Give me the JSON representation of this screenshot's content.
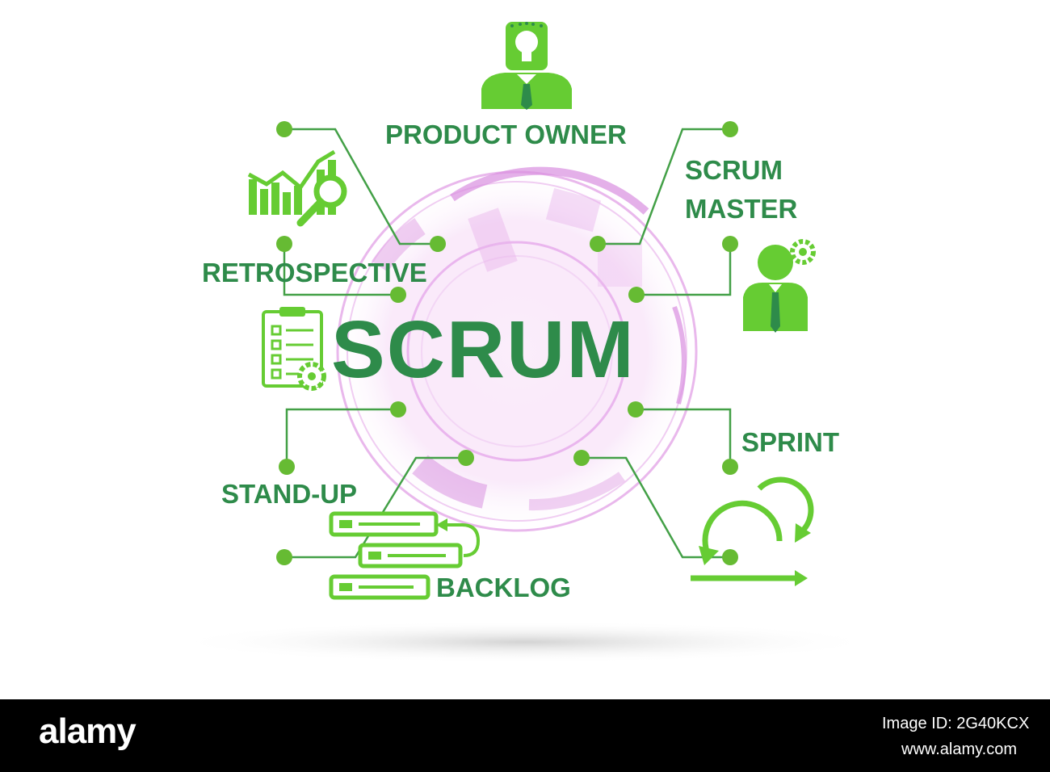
{
  "diagram": {
    "title": "SCRUM",
    "nodes": {
      "product_owner": "PRODUCT OWNER",
      "scrum_master_line1": "SCRUM",
      "scrum_master_line2": "MASTER",
      "retrospective": "RETROSPECTIVE",
      "sprint": "SPRINT",
      "stand_up": "STAND-UP",
      "backlog": "BACKLOG"
    },
    "colors": {
      "text_green": "#2e8b4a",
      "icon_green": "#66cc33",
      "line_green": "#43a047",
      "ring_pink": "#e2a6e6"
    },
    "icons": [
      "businessman-lightbulb-icon",
      "chart-magnifier-icon",
      "person-gear-icon",
      "checklist-gear-icon",
      "backlog-stack-icon",
      "sprint-cycle-icon"
    ]
  },
  "footer": {
    "brand": "alamy",
    "image_id": "Image ID: 2G40KCX",
    "site": "www.alamy.com"
  }
}
